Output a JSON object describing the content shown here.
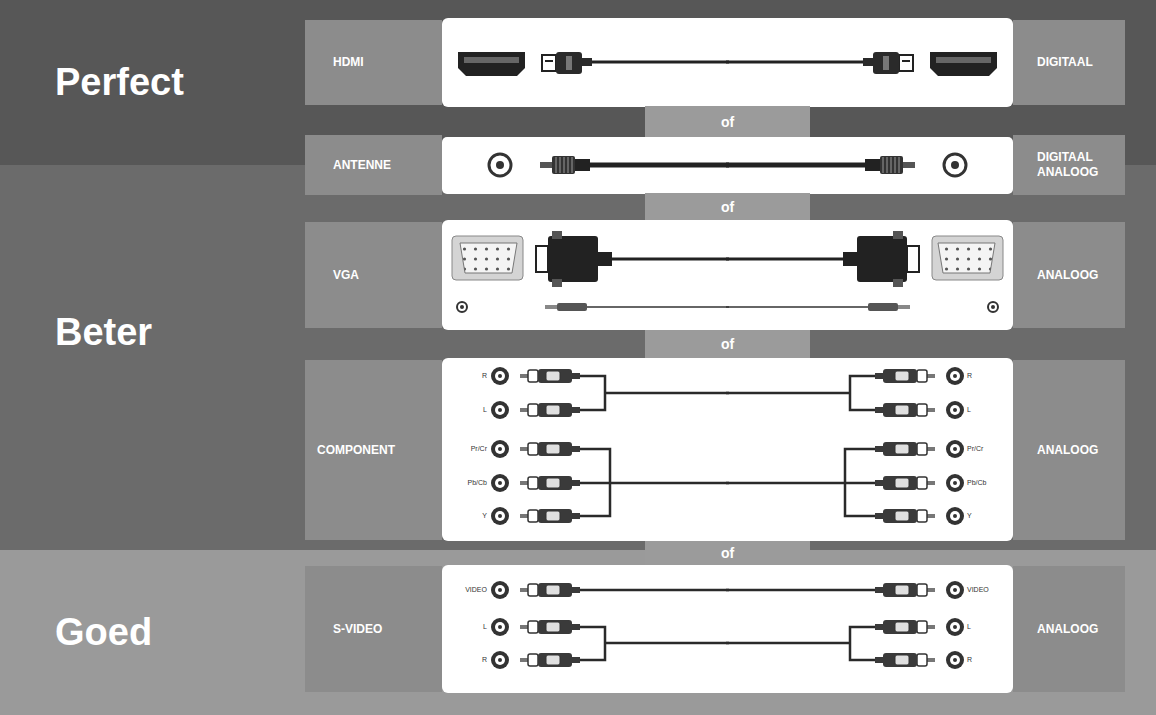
{
  "diagram": {
    "nodes": [
      {
        "text": [
          "Perfect"
        ]
      },
      {
        "text": [
          "Beter"
        ]
      },
      {
        "text": [
          "Goed"
        ]
      },
      {
        "text": [
          "HDMI"
        ]
      },
      {
        "text": [
          "DIGITAAL"
        ]
      },
      {
        "text": [
          "of"
        ]
      },
      {
        "text": [
          "ANTENNE"
        ]
      },
      {
        "text": [
          "DIGITAAL ANALOOG"
        ]
      },
      {
        "text": [
          "of"
        ]
      },
      {
        "text": [
          "VGA"
        ]
      },
      {
        "text": [
          "ANALOOG"
        ]
      },
      {
        "text": [
          "of"
        ]
      },
      {
        "text": [
          "COMPONENT"
        ]
      },
      {
        "text": [
          "ANALOOG"
        ]
      },
      {
        "text": [
          "of"
        ]
      },
      {
        "text": [
          "S-VIDEO"
        ]
      },
      {
        "text": [
          "ANALOOG"
        ]
      }
    ],
    "labels": [
      "R",
      "L",
      "Pr/Cr",
      "Pb/Cb",
      "Y",
      "R",
      "L",
      "Pr/Cr",
      "Pb/Cb",
      "Y",
      "VIDEO",
      "L",
      "R",
      "VIDEO",
      "L",
      "R"
    ]
  }
}
